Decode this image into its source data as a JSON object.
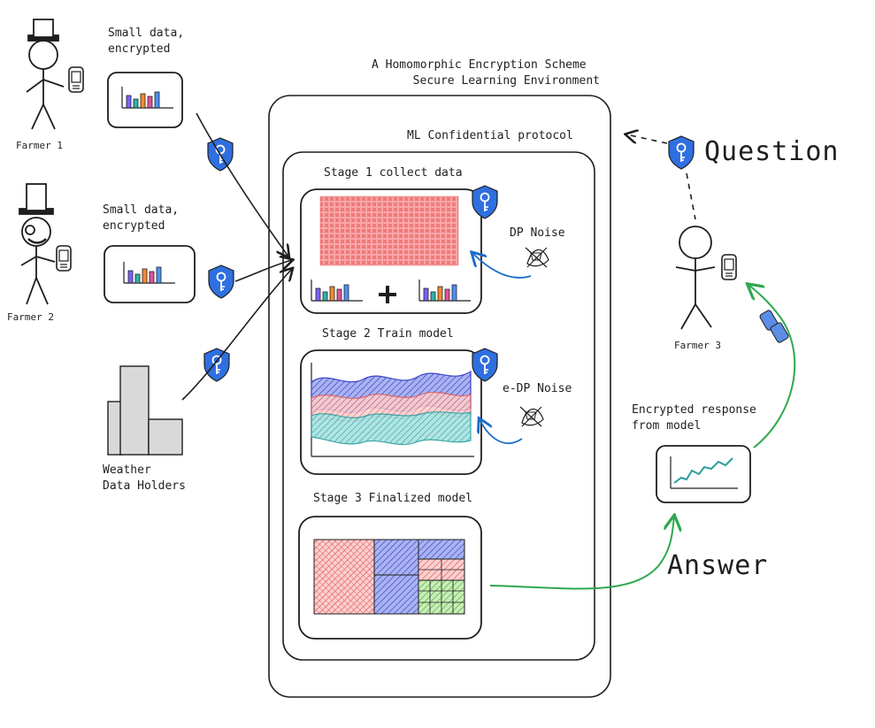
{
  "title_line1": "A Homomorphic Encryption Scheme",
  "title_line2": "Secure Learning Environment",
  "protocol_label": "ML Confidential protocol",
  "stage1_label": "Stage 1 collect data",
  "stage2_label": "Stage 2 Train model",
  "stage3_label": "Stage 3 Finalized model",
  "dp_noise": "DP Noise",
  "edp_noise": "e-DP Noise",
  "noise_glyphs": "% #)",
  "farmer1_data_line1": "Small data,",
  "farmer1_data_line2": "encrypted",
  "farmer2_data_line1": "Small data,",
  "farmer2_data_line2": "encrypted",
  "farmer1_label": "Farmer 1",
  "farmer2_label": "Farmer 2",
  "farmer3_label": "Farmer 3",
  "weather_line1": "Weather",
  "weather_line2": "Data Holders",
  "question": "Question",
  "answer": "Answer",
  "response_line1": "Encrypted response",
  "response_line2": "from model",
  "colors": {
    "red_fill": "#f28b8b",
    "blue_fill": "#5c6bd6",
    "teal_fill": "#3fb8b8",
    "green_fill": "#8fd17a",
    "shield": "#2f6fe0",
    "green_arrow": "#2fa84f",
    "blue_arrow": "#1c6dc7",
    "bar_colors": [
      "#7b61ff",
      "#2fb3a8",
      "#f28b30",
      "#e0529c",
      "#4e8ff5"
    ]
  },
  "icons": [
    "shield-key-icon",
    "plus-icon",
    "sync-icon",
    "phone-icon",
    "building-icon"
  ]
}
